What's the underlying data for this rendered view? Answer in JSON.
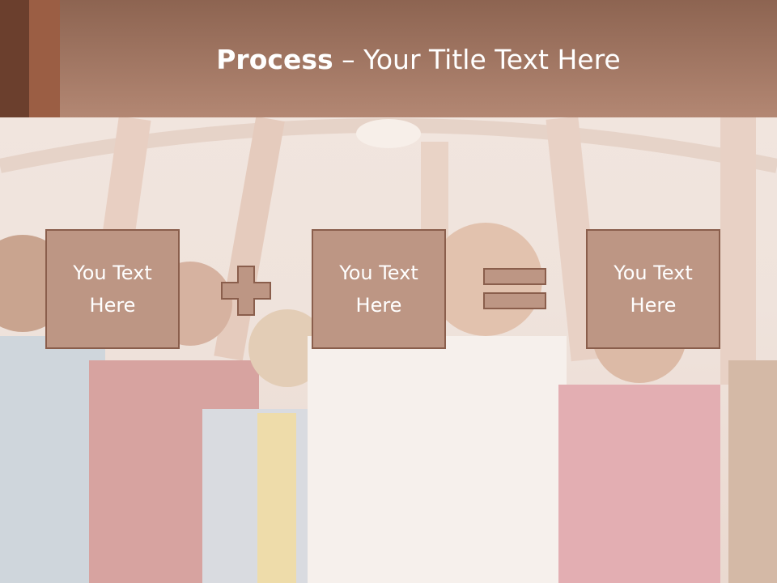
{
  "slide": {
    "title_strong": "Process",
    "title_rest": " – Your Title Text Here"
  },
  "boxes": [
    {
      "line1": "You Text",
      "line2": "Here"
    },
    {
      "line1": "You Text",
      "line2": "Here"
    },
    {
      "line1": "You Text",
      "line2": "Here"
    }
  ],
  "operators": [
    "plus-icon",
    "equals-icon"
  ],
  "colors": {
    "header": "#a47a66",
    "header_accent_dark": "#6b3f2d",
    "box_fill": "#bd9684",
    "box_border": "#8a5e4c",
    "text": "#ffffff"
  }
}
